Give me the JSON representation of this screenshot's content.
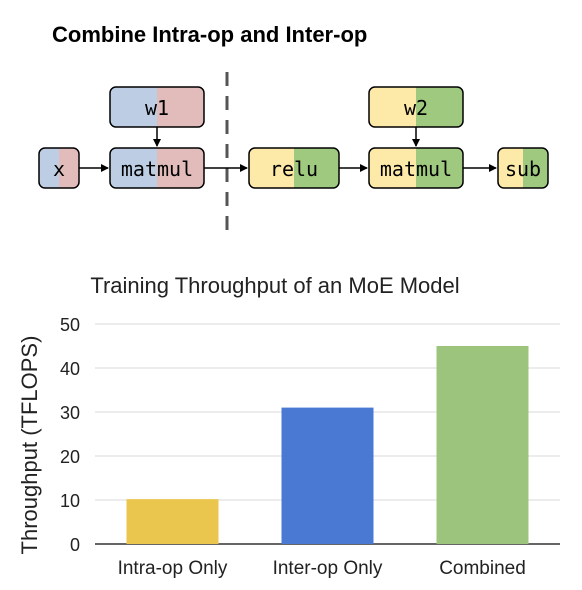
{
  "heading": "Combine Intra-op and Inter-op",
  "diagram": {
    "nodes": {
      "x": "x",
      "w1": "w1",
      "matmul1": "matmul",
      "relu": "relu",
      "w2": "w2",
      "matmul2": "matmul",
      "sub": "sub"
    },
    "colors": {
      "blue": "#bccde4",
      "pink": "#e2bbbb",
      "yellow": "#fde9a8",
      "green": "#9fc97e",
      "edge": "#000000",
      "divider": "#555555"
    }
  },
  "chart_data": {
    "type": "bar",
    "title": "Training Throughput of an MoE Model",
    "xlabel": "",
    "ylabel": "Throughput (TFLOPS)",
    "categories": [
      "Intra-op Only",
      "Inter-op Only",
      "Combined"
    ],
    "values": [
      10.2,
      31,
      45
    ],
    "colors": [
      "#ebc64f",
      "#4a79d4",
      "#9cc47c"
    ],
    "ylim": [
      0,
      50
    ],
    "yticks": [
      0,
      10,
      20,
      30,
      40,
      50
    ],
    "grid": true,
    "legend": "none"
  }
}
